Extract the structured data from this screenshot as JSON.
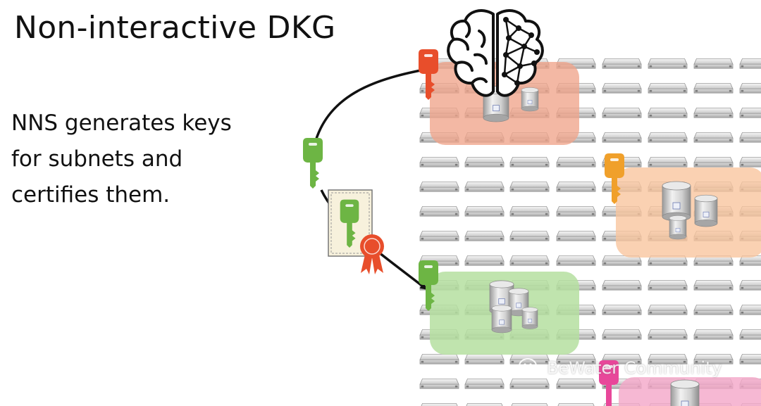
{
  "slide": {
    "title": "Non-interactive DKG",
    "body_lines": [
      "NNS generates keys",
      "for subnets and",
      "certifies them."
    ]
  },
  "watermark": {
    "text": "BeWater Community",
    "icon": "wechat-icon"
  },
  "icons": {
    "brain": "brain-network-icon",
    "certificate": "certificate-icon",
    "ribbon": "award-ribbon-icon",
    "key": "key-icon",
    "server": "server-icon",
    "database": "database-icon"
  },
  "colors": {
    "subnet_red": "#f0a48a",
    "subnet_orange": "#f8c49c",
    "subnet_green": "#b5dfa0",
    "subnet_pink": "#f4a6c8",
    "key_red": "#e84e2b",
    "key_green": "#6db544",
    "key_orange": "#f0a02b",
    "key_pink": "#e8479a",
    "certificate_bg": "#f7f1dc"
  }
}
